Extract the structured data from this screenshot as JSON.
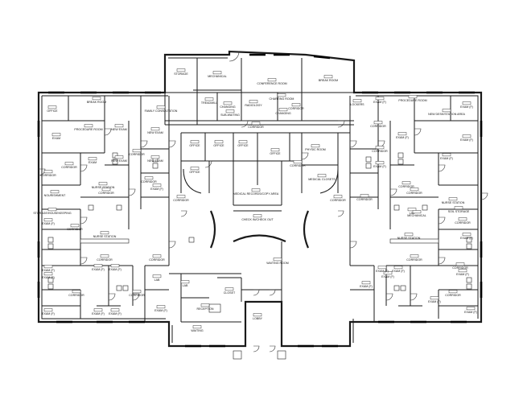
{
  "plan": {
    "rooms": [
      {
        "name": "STORAGE"
      },
      {
        "name": "MECHANICAL"
      },
      {
        "name": "CONFERENCE ROOM"
      },
      {
        "name": "BREAK ROOM"
      },
      {
        "name": "TREADMILL"
      },
      {
        "name": "CHANGING"
      },
      {
        "name": "RADIOLOGY"
      },
      {
        "name": "SUB-WAITING"
      },
      {
        "name": "CHARTING ROOM"
      },
      {
        "name": "CHANGING"
      },
      {
        "name": "CORRIDOR"
      },
      {
        "name": "CORRIDOR"
      },
      {
        "name": "LOCKERS"
      },
      {
        "name": "OFFICE"
      },
      {
        "name": "OFFICE"
      },
      {
        "name": "OFFICE"
      },
      {
        "name": "OFFICE"
      },
      {
        "name": "PHYSIC ROOM"
      },
      {
        "name": "OFFICE"
      },
      {
        "name": "MEDICAL RECORDS/COPY AREA"
      },
      {
        "name": "MEDICAL CLOSETS"
      },
      {
        "name": "CORRIDOR"
      },
      {
        "name": "CORRIDOR"
      },
      {
        "name": "CORRIDOR"
      },
      {
        "name": "CHECK IN/CHECK OUT"
      },
      {
        "name": "WAITING ROOM"
      },
      {
        "name": "LAB"
      },
      {
        "name": "RECEPTION"
      },
      {
        "name": "CLOSET"
      },
      {
        "name": "WAITING"
      },
      {
        "name": "LOBBY"
      },
      {
        "name": "OFFICE"
      },
      {
        "name": "BREAK ROOM"
      },
      {
        "name": "FAMILY CONSULTATION"
      },
      {
        "name": "PROCEDURE ROOM"
      },
      {
        "name": "EXAM"
      },
      {
        "name": "NEW EXAM"
      },
      {
        "name": "NEW EXAM"
      },
      {
        "name": "NEW EXAM"
      },
      {
        "name": "NEW EXAM"
      },
      {
        "name": "EXAM"
      },
      {
        "name": "CORRIDOR"
      },
      {
        "name": "CORRIDOR"
      },
      {
        "name": "CORRIDOR"
      },
      {
        "name": "CORRIDOR"
      },
      {
        "name": "NOURISHMENT"
      },
      {
        "name": "NURSE STATION"
      },
      {
        "name": "CORRIDOR"
      },
      {
        "name": "EXAM (F)"
      },
      {
        "name": "STORAGE/HOUSEKEEPING"
      },
      {
        "name": "EXAM (F)"
      },
      {
        "name": "CORRIDOR"
      },
      {
        "name": "NURSE STATION"
      },
      {
        "name": "CORRIDOR"
      },
      {
        "name": "CORRIDOR"
      },
      {
        "name": "EXAM (F)"
      },
      {
        "name": "EXAM (F)"
      },
      {
        "name": "EXAM (F)"
      },
      {
        "name": "EXAM (F)"
      },
      {
        "name": "LAB"
      },
      {
        "name": "CORRIDOR"
      },
      {
        "name": "CORRIDOR"
      },
      {
        "name": "EXAM (F)"
      },
      {
        "name": "EXAM (F)"
      },
      {
        "name": "EXAM (F)"
      },
      {
        "name": "EXAM (F)"
      },
      {
        "name": "EXAM (F)"
      },
      {
        "name": "PROCEDURE ROOM"
      },
      {
        "name": "EXAM (F)"
      },
      {
        "name": "NEW DESK/STATION AREA"
      },
      {
        "name": "CORRIDOR"
      },
      {
        "name": "EXAM (F)"
      },
      {
        "name": "CORRIDOR"
      },
      {
        "name": "EXAM (F)"
      },
      {
        "name": "EXAM (F)"
      },
      {
        "name": "EXAM (F)"
      },
      {
        "name": "CORRIDOR"
      },
      {
        "name": "CORRIDOR"
      },
      {
        "name": "NURSE STATION"
      },
      {
        "name": "CORRIDOR"
      },
      {
        "name": "LAB"
      },
      {
        "name": "MECHANICAL"
      },
      {
        "name": "SOIL STORAGE"
      },
      {
        "name": "CORRIDOR"
      },
      {
        "name": "NURSE STATION"
      },
      {
        "name": "CORRIDOR"
      },
      {
        "name": "EXAM (F)"
      },
      {
        "name": "EXAM (F)"
      },
      {
        "name": "EXAM (F)"
      },
      {
        "name": "CORRIDOR"
      },
      {
        "name": "CORRIDOR"
      },
      {
        "name": "EXAM (F)"
      },
      {
        "name": "EXAM (F)"
      },
      {
        "name": "EXAM (F)"
      },
      {
        "name": "EXAM (F)"
      },
      {
        "name": "EXAM (F)"
      }
    ]
  }
}
